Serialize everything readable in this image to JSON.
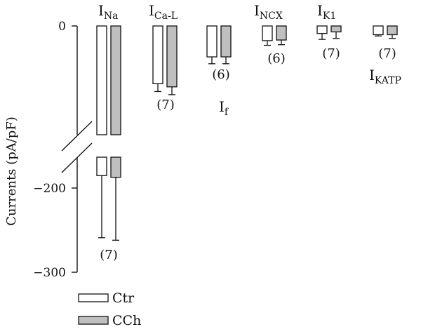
{
  "chart_data": {
    "type": "bar",
    "ylabel": "Currents (pA/pF)",
    "y_ticks": [
      0,
      -200,
      -300
    ],
    "y_tick_labels": [
      "0",
      "−200",
      "−300"
    ],
    "axis_break": true,
    "groups": [
      {
        "name": "I",
        "sub": "Na",
        "n": "(7)",
        "ctr": -185,
        "cch": -187,
        "ctr_err": 75,
        "cch_err": 76
      },
      {
        "name": "I",
        "sub": "Ca-L",
        "n": "(7)",
        "ctr": -18.5,
        "cch": -19.5,
        "ctr_err": 2.5,
        "cch_err": 2.5
      },
      {
        "name": "I",
        "sub": "f",
        "n": "(6)",
        "ctr": -9.9,
        "cch": -9.9,
        "ctr_err": 2.2,
        "cch_err": 2.2
      },
      {
        "name": "I",
        "sub": "NCX",
        "n": "(6)",
        "ctr": -4.7,
        "cch": -4.5,
        "ctr_err": 1.5,
        "cch_err": 1.5
      },
      {
        "name": "I",
        "sub": "K1",
        "n": "(7)",
        "ctr": -2.4,
        "cch": -1.9,
        "ctr_err": 1.9,
        "cch_err": 2.1
      },
      {
        "name": "I",
        "sub": "KATP",
        "n": "(7)",
        "ctr": -2.8,
        "cch": -2.8,
        "ctr_err": 0.4,
        "cch_err": 1.2
      }
    ],
    "legend": [
      {
        "label": "Ctr",
        "color": "#ffffff"
      },
      {
        "label": "CCh",
        "color": "#bfbfbf"
      }
    ],
    "legend_position": "bottom-left"
  }
}
